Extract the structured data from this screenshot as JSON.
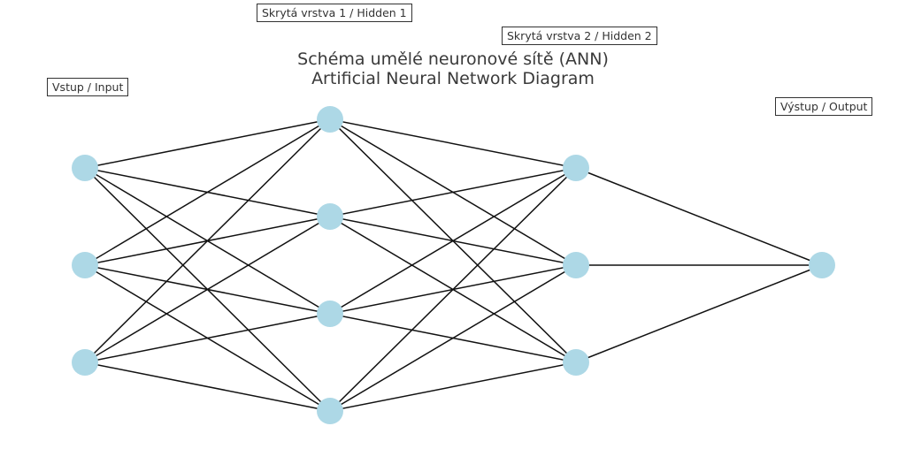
{
  "title": {
    "line1": "Schéma umělé neuronové sítě (ANN)",
    "line2": "Artificial Neural Network Diagram"
  },
  "layers": [
    {
      "id": "input",
      "label": "Vstup / Input",
      "neurons": 3
    },
    {
      "id": "hidden1",
      "label": "Skrytá vrstva 1 / Hidden 1",
      "neurons": 4
    },
    {
      "id": "hidden2",
      "label": "Skrytá vrstva 2 / Hidden 2",
      "neurons": 3
    },
    {
      "id": "output",
      "label": "Výstup / Output",
      "neurons": 1
    }
  ],
  "connectivity": "fully-connected between adjacent layers",
  "colors": {
    "neuron_fill": "#add8e6",
    "edge": "#111111",
    "label_border": "#333333",
    "title_text": "#3a3a3a"
  }
}
